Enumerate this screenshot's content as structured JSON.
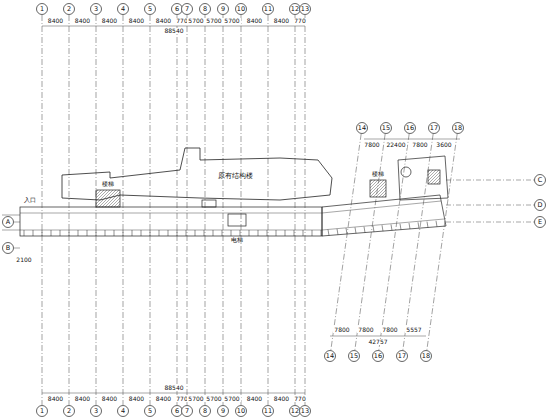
{
  "diagram": {
    "nodes": [
      {
        "text": [
          "1"
        ]
      },
      {
        "text": [
          "2"
        ]
      },
      {
        "text": [
          "3"
        ]
      },
      {
        "text": [
          "4"
        ]
      },
      {
        "text": [
          "5"
        ]
      },
      {
        "text": [
          "6"
        ]
      },
      {
        "text": [
          "7"
        ]
      },
      {
        "text": [
          "8"
        ]
      },
      {
        "text": [
          "9"
        ]
      },
      {
        "text": [
          "10"
        ]
      },
      {
        "text": [
          "11"
        ]
      },
      {
        "text": [
          "12"
        ]
      },
      {
        "text": [
          "13"
        ]
      },
      {
        "text": [
          "1"
        ]
      },
      {
        "text": [
          "2"
        ]
      },
      {
        "text": [
          "3"
        ]
      },
      {
        "text": [
          "4"
        ]
      },
      {
        "text": [
          "5"
        ]
      },
      {
        "text": [
          "6"
        ]
      },
      {
        "text": [
          "7"
        ]
      },
      {
        "text": [
          "8"
        ]
      },
      {
        "text": [
          "9"
        ]
      },
      {
        "text": [
          "10"
        ]
      },
      {
        "text": [
          "11"
        ]
      },
      {
        "text": [
          "12"
        ]
      },
      {
        "text": [
          "13"
        ]
      },
      {
        "text": [
          "14"
        ]
      },
      {
        "text": [
          "15"
        ]
      },
      {
        "text": [
          "16"
        ]
      },
      {
        "text": [
          "17"
        ]
      },
      {
        "text": [
          "18"
        ]
      },
      {
        "text": [
          "14"
        ]
      },
      {
        "text": [
          "15"
        ]
      },
      {
        "text": [
          "16"
        ]
      },
      {
        "text": [
          "17"
        ]
      },
      {
        "text": [
          "18"
        ]
      },
      {
        "text": [
          "A"
        ]
      },
      {
        "text": [
          "B"
        ]
      },
      {
        "text": [
          "C"
        ]
      },
      {
        "text": [
          "D"
        ]
      },
      {
        "text": [
          "E"
        ]
      },
      {
        "text": [
          "原有结构楼"
        ]
      }
    ],
    "edges": [
      {
        "from": 0,
        "to": 13,
        "arrow": "none"
      },
      {
        "from": 1,
        "to": 14,
        "arrow": "none"
      },
      {
        "from": 2,
        "to": 15,
        "arrow": "none"
      },
      {
        "from": 3,
        "to": 16,
        "arrow": "none"
      },
      {
        "from": 4,
        "to": 17,
        "arrow": "none"
      },
      {
        "from": 5,
        "to": 18,
        "arrow": "none"
      },
      {
        "from": 6,
        "to": 19,
        "arrow": "none"
      },
      {
        "from": 7,
        "to": 20,
        "arrow": "none"
      },
      {
        "from": 8,
        "to": 21,
        "arrow": "none"
      },
      {
        "from": 9,
        "to": 22,
        "arrow": "none"
      },
      {
        "from": 10,
        "to": 23,
        "arrow": "none"
      },
      {
        "from": 11,
        "to": 24,
        "arrow": "none"
      },
      {
        "from": 12,
        "to": 25,
        "arrow": "none"
      },
      {
        "from": 26,
        "to": 31,
        "arrow": "none"
      },
      {
        "from": 27,
        "to": 32,
        "arrow": "none"
      },
      {
        "from": 28,
        "to": 33,
        "arrow": "none"
      },
      {
        "from": 29,
        "to": 34,
        "arrow": "none"
      },
      {
        "from": 30,
        "to": 35,
        "arrow": "none"
      }
    ],
    "labels": [
      "8400",
      "8400",
      "8400",
      "8400",
      "8400",
      "770",
      "5700",
      "5700",
      "5700",
      "8400",
      "8400",
      "770",
      "88540",
      "8400",
      "8400",
      "8400",
      "8400",
      "8400",
      "770",
      "5700",
      "5700",
      "5700",
      "8400",
      "8400",
      "770",
      "88540",
      "7800",
      "22400",
      "7800",
      "3600",
      "7800",
      "7800",
      "7800",
      "5557",
      "42757",
      "2100",
      "入口",
      "楼梯",
      "电梯",
      "楼梯"
    ]
  }
}
